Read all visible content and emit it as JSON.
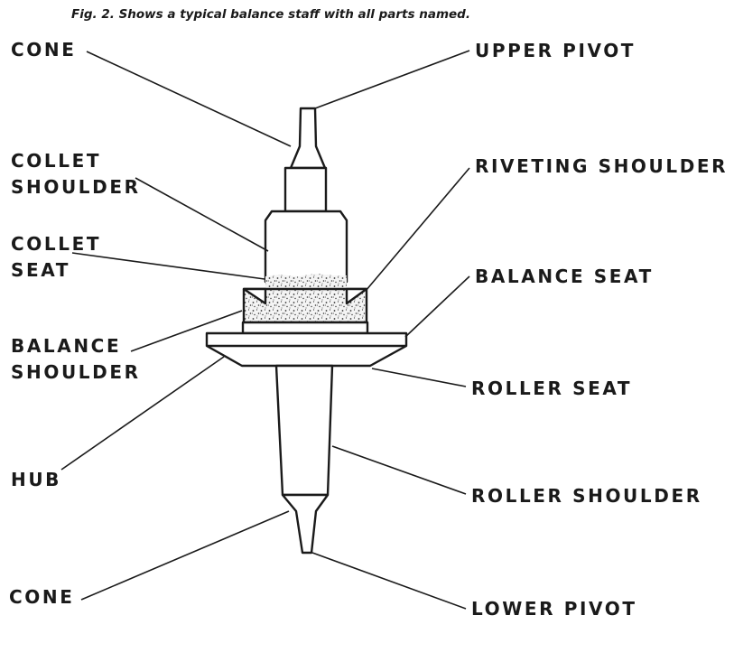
{
  "caption": "Fig. 2.  Shows a typical balance staff with all parts named.",
  "labels": {
    "cone_top": "CONE",
    "upper_pivot": "UPPER PIVOT",
    "collet_shoulder_1": "COLLET",
    "collet_shoulder_2": "SHOULDER",
    "riveting_shoulder": "RIVETING SHOULDER",
    "collet_seat_1": "COLLET",
    "collet_seat_2": "SEAT",
    "balance_seat": "BALANCE SEAT",
    "balance_shoulder_1": "BALANCE",
    "balance_shoulder_2": "SHOULDER",
    "roller_seat": "ROLLER SEAT",
    "hub": "HUB",
    "roller_shoulder": "ROLLER SHOULDER",
    "cone_bottom": "CONE",
    "lower_pivot": "LOWER PIVOT"
  }
}
